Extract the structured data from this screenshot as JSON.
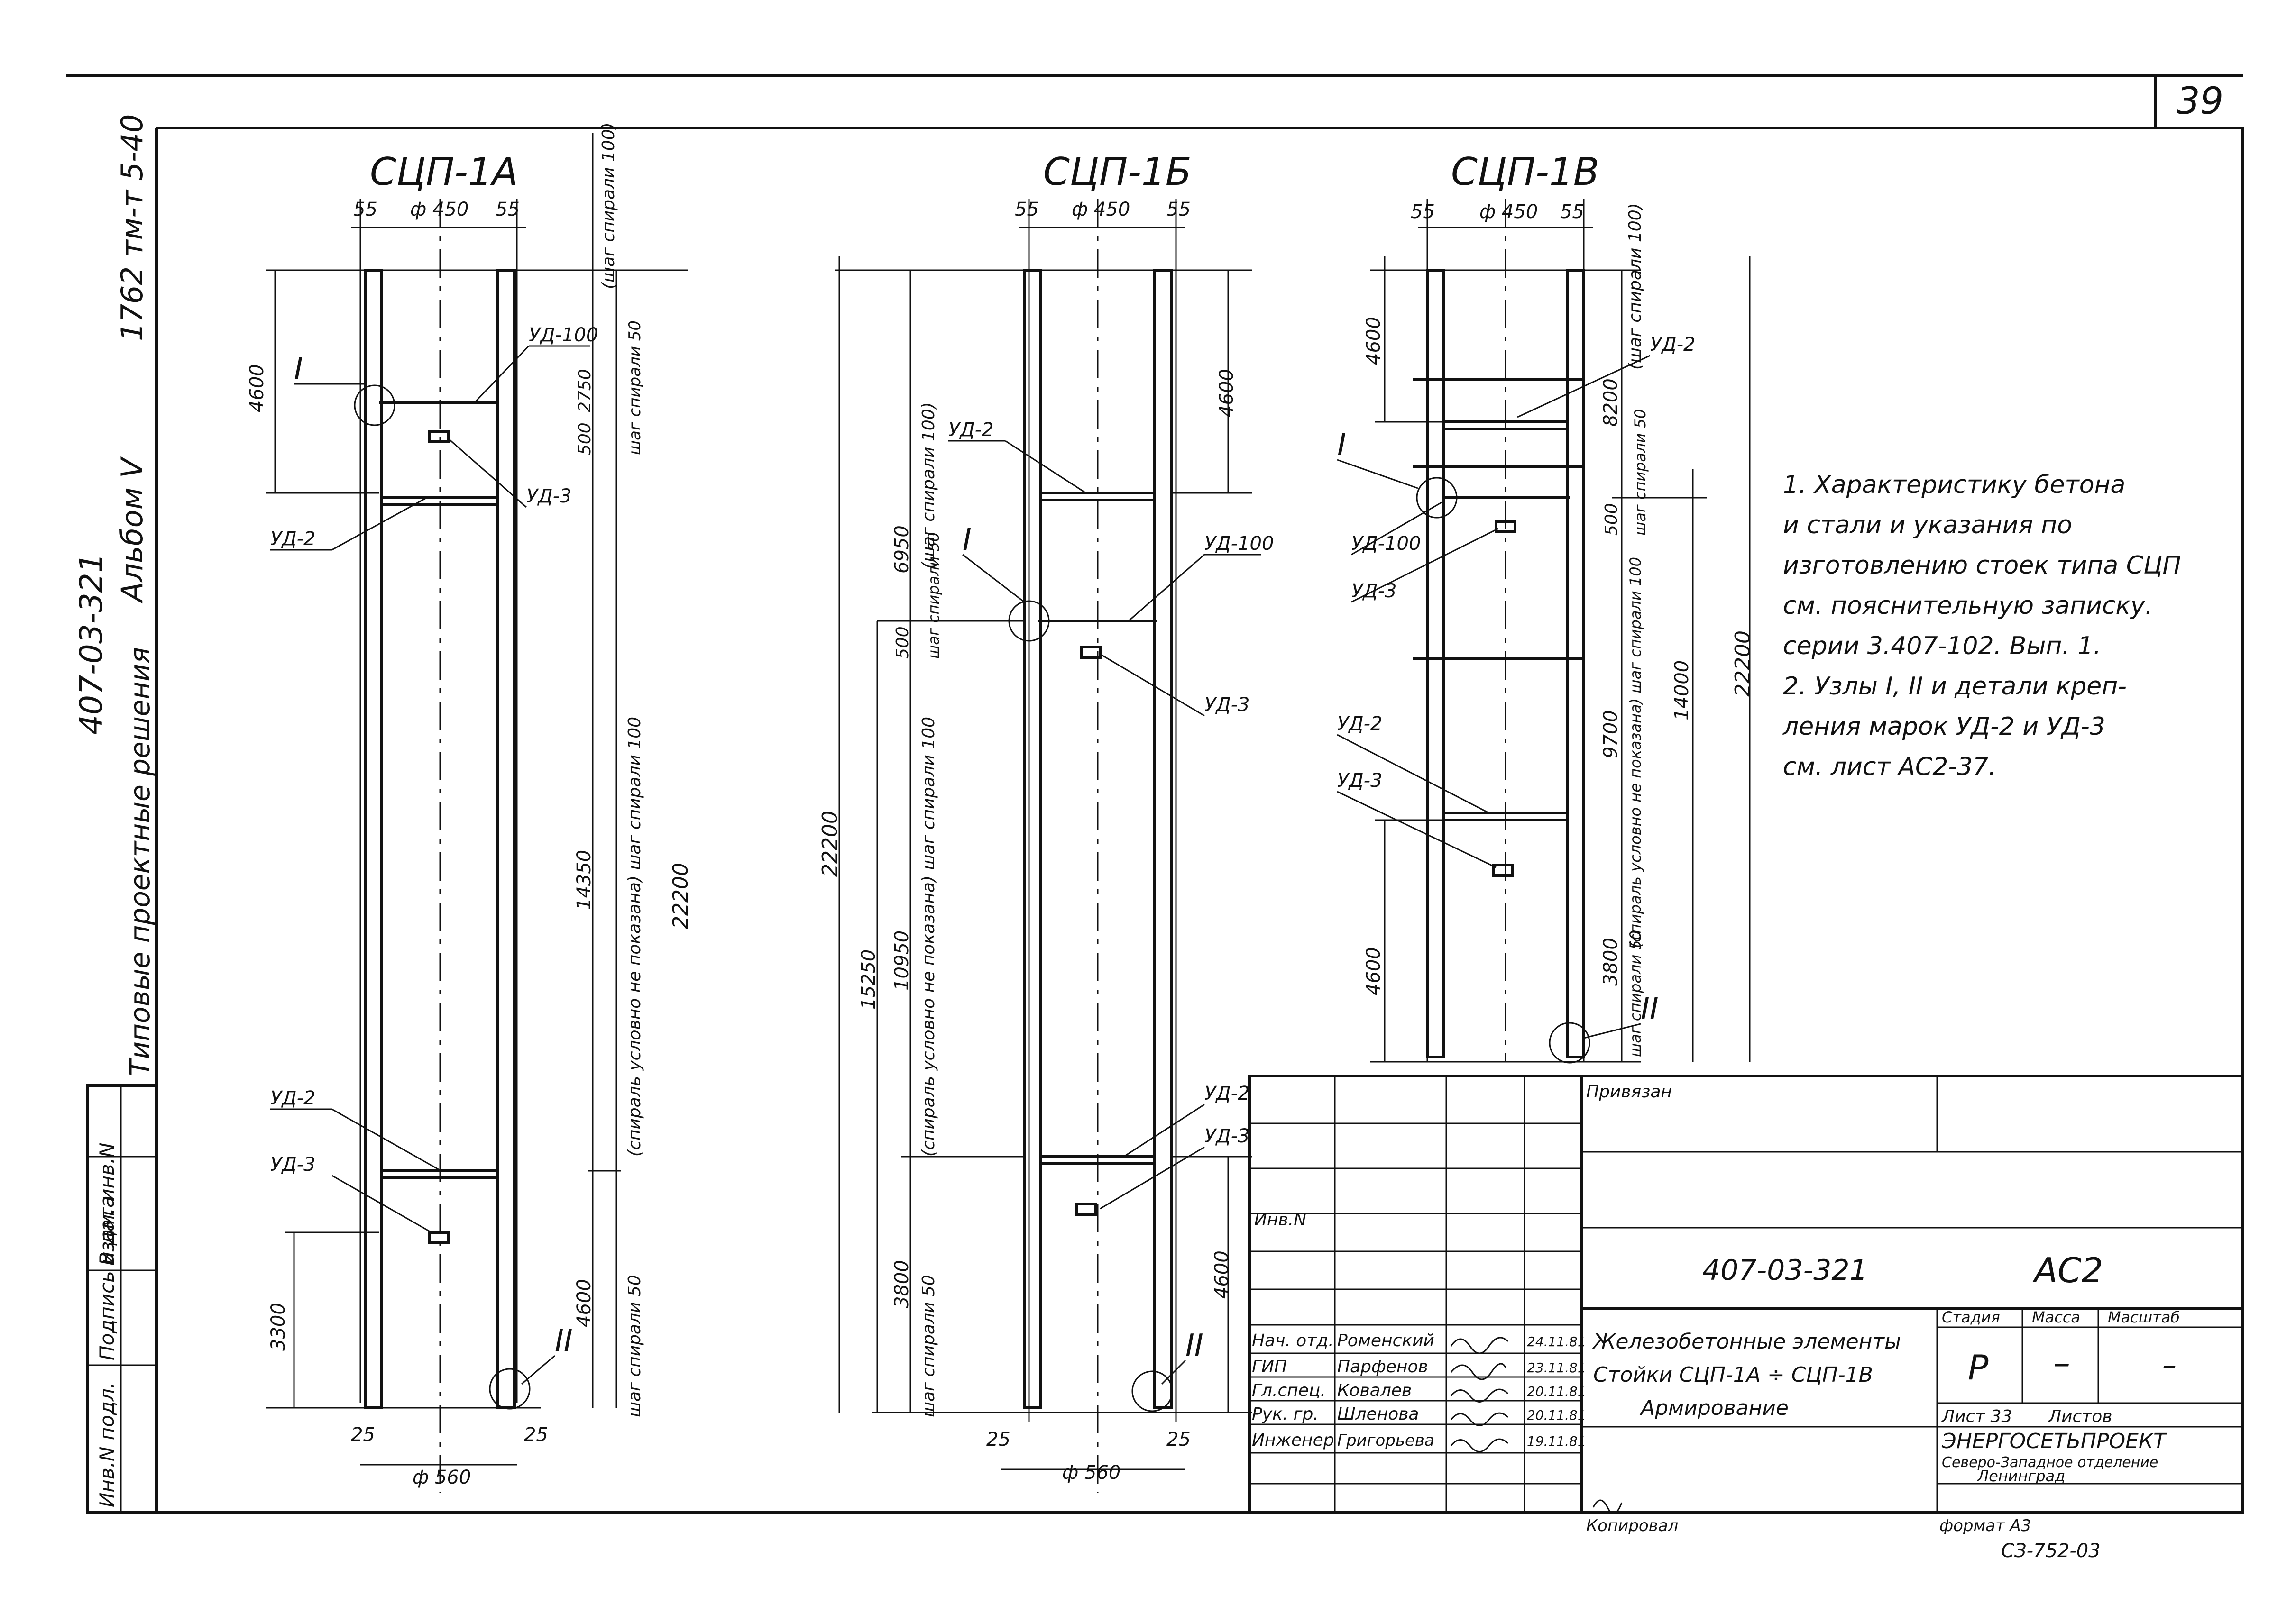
{
  "sheet": {
    "number": "39",
    "side_left_1": "1762 тм-т 5-40",
    "side_left_2": "407-03-321",
    "side_left_3": "Альбом V",
    "side_left_4": "Типовые проектные решения",
    "side_stamp": [
      "Инв.N подл.",
      "Подпись и дата",
      "Взам. инв.N"
    ]
  },
  "columns": [
    {
      "title": "СЦП-1А",
      "dims_top": [
        "55",
        "ф 450",
        "55"
      ],
      "dims_bottom": [
        "25",
        "25",
        "ф 560"
      ],
      "left_dims": [
        "4600",
        "3300"
      ],
      "right_dims": [
        "500",
        "2750",
        "14350",
        "4600",
        "22200"
      ],
      "right_notes": [
        "(шаг спирали 100)",
        "шаг спирали 50",
        "(спираль условно не показана) шаг спирали 100",
        "шаг спирали 50"
      ],
      "labels": [
        "I",
        "УД-100",
        "УД-3",
        "УД-2",
        "УД-2",
        "УД-3",
        "II"
      ]
    },
    {
      "title": "СЦП-1Б",
      "dims_top": [
        "55",
        "ф 450",
        "55"
      ],
      "dims_bottom": [
        "25",
        "25",
        "ф 560"
      ],
      "left_dims": [
        "22200",
        "15250",
        "6950",
        "500",
        "10950",
        "3800"
      ],
      "left_notes": [
        "(шаг спирали 100)",
        "шаг спирали 50",
        "(спираль условно не показана) шаг спирали 100",
        "шаг спирали 50"
      ],
      "right_dims": [
        "4600",
        "4600"
      ],
      "labels": [
        "УД-2",
        "I",
        "УД-100",
        "УД-3",
        "УД-2",
        "УД-3",
        "II"
      ]
    },
    {
      "title": "СЦП-1В",
      "dims_top": [
        "55",
        "ф 450",
        "55"
      ],
      "left_dims": [
        "4600",
        "4600"
      ],
      "right_dims": [
        "8200",
        "500",
        "9700",
        "14000",
        "3800",
        "22200"
      ],
      "right_notes": [
        "(шаг спирали 100)",
        "шаг спирали 50",
        "(спираль условно не показана) шаг спирали 100",
        "шаг спирали 50"
      ],
      "labels": [
        "УД-2",
        "I",
        "УД-100",
        "УД-3",
        "УД-2",
        "УД-3",
        "II"
      ]
    }
  ],
  "notes": [
    "1. Характеристику бетона",
    "и стали и указания по",
    "изготовлению стоек типа СЦП",
    "см. пояснительную записку.",
    "серии 3.407-102. Вып. 1.",
    "2. Узлы I, II и детали креп-",
    "ления марок УД-2 и УД-3",
    "см. лист АС2-37."
  ],
  "title_block": {
    "privyazan": "Привязан",
    "inv": "Инв.N",
    "code": "407-03-321",
    "mark": "АС2",
    "roles": [
      "Нач. отд.",
      "ГИП",
      "Гл.спец.",
      "Рук. гр.",
      "Инженер"
    ],
    "names": [
      "Роменский",
      "Парфенов",
      "Ковалев",
      "Шленова",
      "Григорьева"
    ],
    "dates": [
      "24.11.81",
      "23.11.81",
      "20.11.81",
      "20.11.81",
      "19.11.81"
    ],
    "title_lines": [
      "Железобетонные элементы",
      "Стойки СЦП-1А ÷ СЦП-1В",
      "Армирование"
    ],
    "stage_hdr": "Стадия",
    "mass_hdr": "Масса",
    "scale_hdr": "Масштаб",
    "stage": "Р",
    "mass": "–",
    "scale": "–",
    "sheet_lbl": "Лист 33",
    "sheets_lbl": "Листов",
    "org": [
      "ЭНЕРГОСЕТЬПРОЕКТ",
      "Северо-Западное отделение",
      "Ленинград"
    ],
    "copied": "Копировал",
    "format": "формат А3",
    "extra": "СЗ-752-03"
  }
}
